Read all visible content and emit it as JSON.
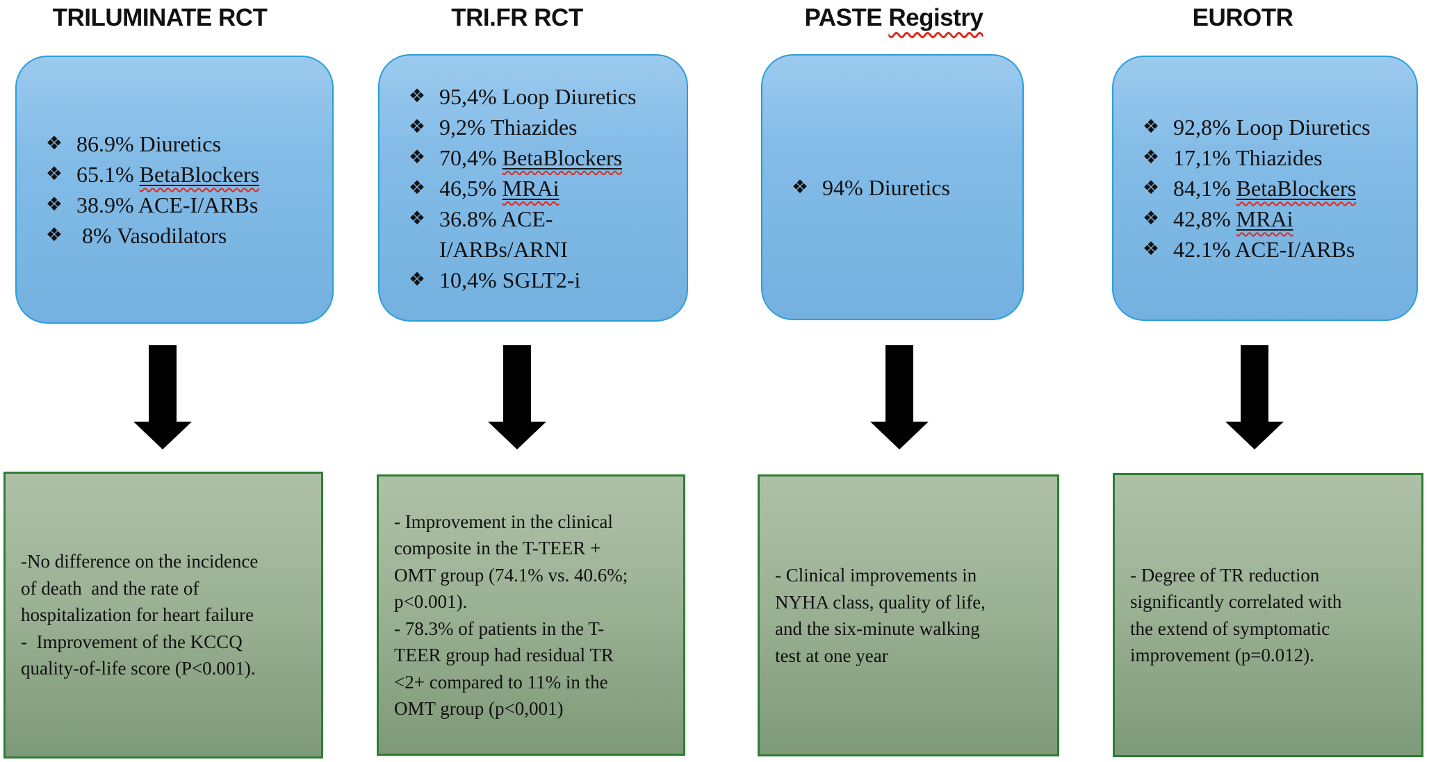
{
  "bullet_glyph": "❖",
  "colors": {
    "blue_box_fill_top": "#9ccaee",
    "blue_box_fill_bottom": "#74b1e0",
    "blue_box_border": "#2b9ed8",
    "green_box_fill_top": "#aec1a7",
    "green_box_fill_bottom": "#7e9a78",
    "green_box_border": "#2e7d34",
    "arrow": "#000000",
    "spellcheck_squiggle": "#e0291c",
    "text": "#111111"
  },
  "columns": [
    {
      "title": {
        "pre": "TRILUMINATE RCT",
        "squiggle": ""
      },
      "bullets": [
        [
          {
            "t": "86.9% Diuretics"
          }
        ],
        [
          {
            "t": "65.1% "
          },
          {
            "t": "BetaBlockers",
            "u": true
          }
        ],
        [
          {
            "t": "38.9% ACE-I/ARBs"
          }
        ],
        [
          {
            "t": " 8% Vasodilators"
          }
        ]
      ],
      "outcome_lines": [
        "-No difference on the incidence",
        "of death  and the rate of",
        "hospitalization for heart failure",
        "-  Improvement of the KCCQ",
        "quality-of-life score (P<0.001)."
      ]
    },
    {
      "title": {
        "pre": "TRI.FR RCT",
        "squiggle": ""
      },
      "bullets": [
        [
          {
            "t": "95,4% Loop Diuretics"
          }
        ],
        [
          {
            "t": "9,2% Thiazides"
          }
        ],
        [
          {
            "t": "70,4% "
          },
          {
            "t": "BetaBlockers",
            "u": true
          }
        ],
        [
          {
            "t": "46,5% "
          },
          {
            "t": "MRAi",
            "u": true
          }
        ],
        [
          {
            "t": "36.8% ACE-\nI/ARBs/ARNI"
          }
        ],
        [
          {
            "t": "10,4% SGLT2-i"
          }
        ]
      ],
      "outcome_lines": [
        "- Improvement in the clinical",
        "composite in the T-TEER +",
        "OMT group (74.1% vs. 40.6%;",
        "p<0.001).",
        "- 78.3% of patients in the T-",
        "TEER group had residual TR",
        "<2+ compared to 11% in the",
        "OMT group (p<0,001)"
      ]
    },
    {
      "title": {
        "pre": "PASTE ",
        "squiggle": "Registry"
      },
      "bullets": [
        [
          {
            "t": "94% Diuretics"
          }
        ]
      ],
      "outcome_lines": [
        "- Clinical improvements in",
        "NYHA class, quality of life,",
        "and the six-minute walking",
        "test at one year"
      ]
    },
    {
      "title": {
        "pre": "EUROTR",
        "squiggle": ""
      },
      "bullets": [
        [
          {
            "t": "92,8% Loop Diuretics"
          }
        ],
        [
          {
            "t": "17,1% Thiazides"
          }
        ],
        [
          {
            "t": "84,1% "
          },
          {
            "t": "BetaBlockers",
            "u": true
          }
        ],
        [
          {
            "t": "42,8% "
          },
          {
            "t": "MRAi",
            "u": true
          }
        ],
        [
          {
            "t": "42.1% ACE-I/ARBs"
          }
        ]
      ],
      "outcome_lines": [
        "- Degree of TR reduction",
        "significantly correlated with",
        "the extend of symptomatic",
        "improvement (p=0.012)."
      ]
    }
  ]
}
